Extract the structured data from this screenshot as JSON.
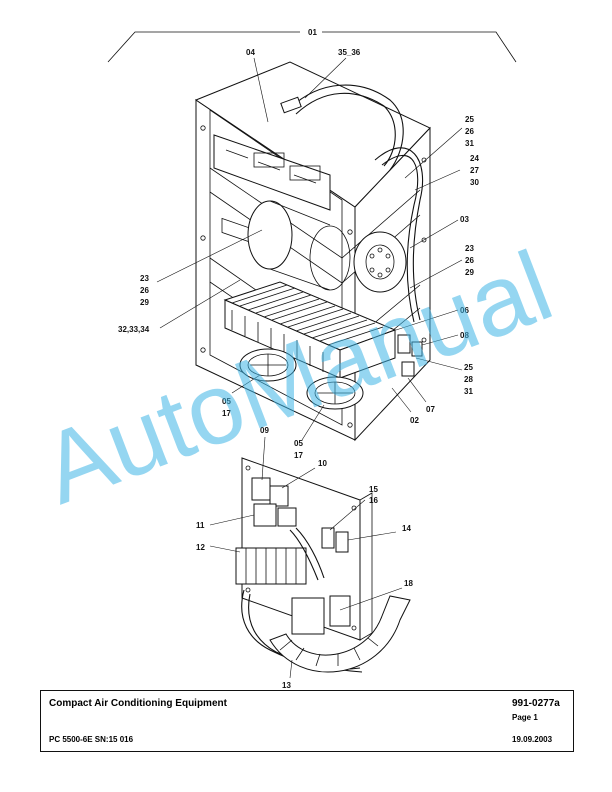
{
  "drawing": {
    "callouts": {
      "c01": "01",
      "c04": "04",
      "c35_36": "35_36",
      "c25a": "25",
      "c26a": "26",
      "c31a": "31",
      "c24": "24",
      "c27": "27",
      "c30": "30",
      "c03": "03",
      "c23a": "23",
      "c26b": "26",
      "c29a": "29",
      "c23b": "23",
      "c26c": "26",
      "c29b": "29",
      "c32_34": "32,33,34",
      "c06": "06",
      "c08": "08",
      "c25b": "25",
      "c28": "28",
      "c31b": "31",
      "c07": "07",
      "c02": "02",
      "c05a": "05",
      "c17a": "17",
      "c05b": "05",
      "c17b": "17",
      "c09": "09",
      "c10": "10",
      "c15": "15",
      "c16": "16",
      "c11": "11",
      "c14": "14",
      "c12": "12",
      "c18": "18",
      "c13": "13"
    },
    "watermark": "AutoManual"
  },
  "title_block": {
    "title": "Compact Air Conditioning Equipment",
    "doc_number": "991-0277a",
    "page": "Page 1",
    "model": "PC 5500-6E SN:15 016",
    "date": "19.09.2003"
  }
}
